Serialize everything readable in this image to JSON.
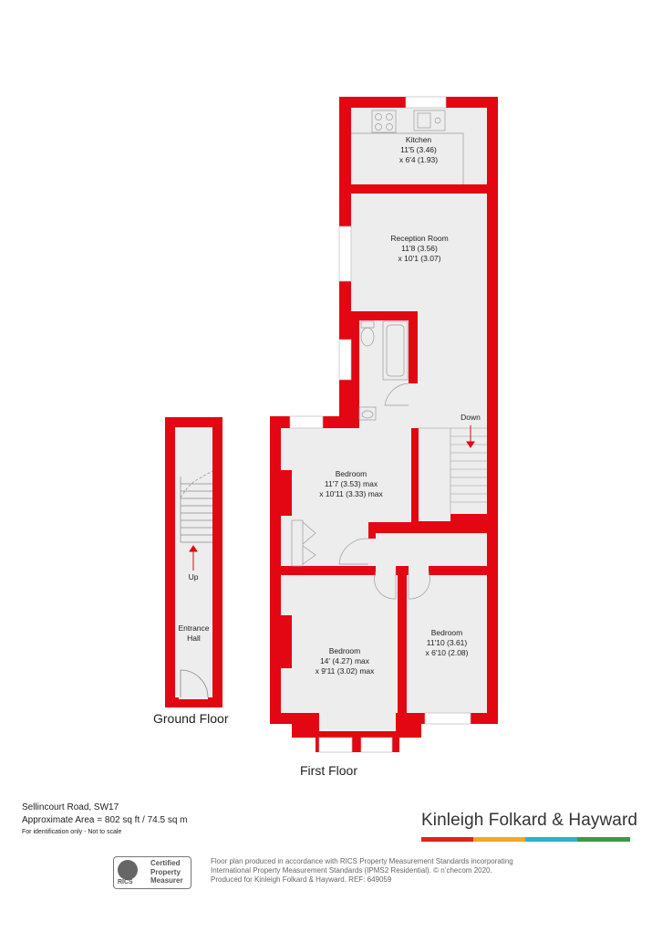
{
  "rooms": {
    "kitchen": {
      "name": "Kitchen",
      "dim1": "11'5 (3.46)",
      "dim2": "x 6'4 (1.93)"
    },
    "reception": {
      "name": "Reception Room",
      "dim1": "11'8 (3.56)",
      "dim2": "x 10'1 (3.07)"
    },
    "bedroom1": {
      "name": "Bedroom",
      "dim1": "11'7 (3.53) max",
      "dim2": "x 10'11 (3.33) max"
    },
    "bedroom2": {
      "name": "Bedroom",
      "dim1": "14' (4.27) max",
      "dim2": "x 9'11 (3.02) max"
    },
    "bedroom3": {
      "name": "Bedroom",
      "dim1": "11'10 (3.61)",
      "dim2": "x 6'10 (2.08)"
    },
    "hall": {
      "name1": "Entrance",
      "name2": "Hall"
    }
  },
  "stairs": {
    "down": "Down",
    "up": "Up"
  },
  "floors": {
    "ground": "Ground Floor",
    "first": "First Floor"
  },
  "footer": {
    "address": "Sellincourt Road, SW17",
    "area": "Approximate Area = 802 sq ft / 74.5 sq m",
    "note": "For identification only - Not to scale",
    "brand": "Kinleigh Folkard & Hayward",
    "brand_colors": [
      "#e2231a",
      "#f5a623",
      "#2ab3c9",
      "#3a9a49"
    ],
    "rics_logo": "RICS",
    "rics_cert": [
      "Certified",
      "Property",
      "Measurer"
    ],
    "disclaimer": [
      "Floor plan produced in accordance with RICS Property Measurement Standards incorporating",
      "International Property Measurement Standards (IPMS2 Residential).  © n’checom 2020.",
      "Produced for Kinleigh Folkard & Hayward.   REF: 649059"
    ]
  },
  "colors": {
    "wall": "#e30613",
    "floor": "#ededed",
    "fixture": "#b0b0b0"
  }
}
